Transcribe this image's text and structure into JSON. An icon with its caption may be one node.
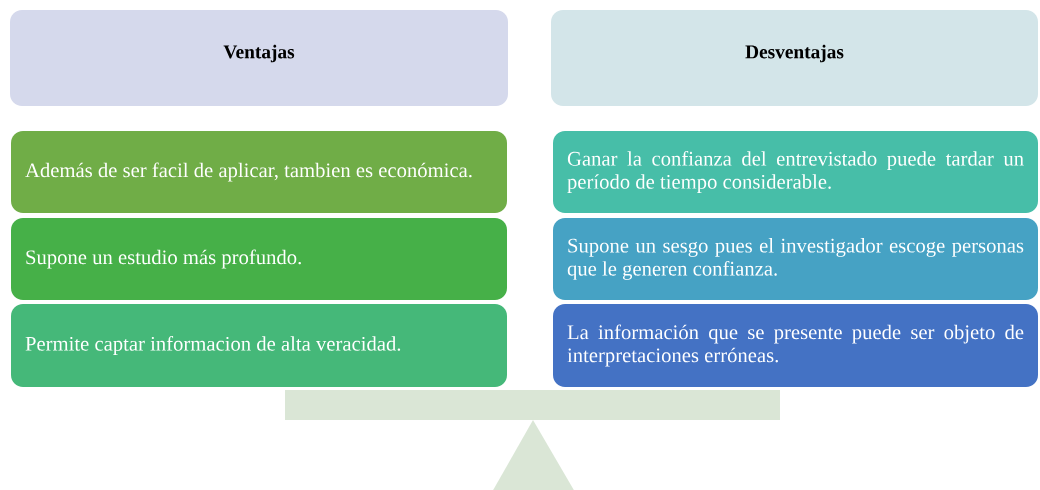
{
  "diagram": {
    "nodes": [
      {
        "text": [
          "Ventajas"
        ]
      },
      {
        "text": [
          "Desventajas"
        ]
      },
      {
        "text": [
          "Además de ser facil de aplicar, tambien es económica."
        ]
      },
      {
        "text": [
          "Supone un estudio más profundo."
        ]
      },
      {
        "text": [
          "Permite captar informacion de alta veracidad."
        ]
      },
      {
        "text": [
          "Ganar la confianza del entrevistado puede tardar un período de tiempo considerable."
        ]
      },
      {
        "text": [
          "Supone un sesgo pues el investigador escoge personas que le generen confianza."
        ]
      },
      {
        "text": [
          "La información que se presente puede ser objeto de interpretaciones erróneas."
        ]
      }
    ]
  }
}
